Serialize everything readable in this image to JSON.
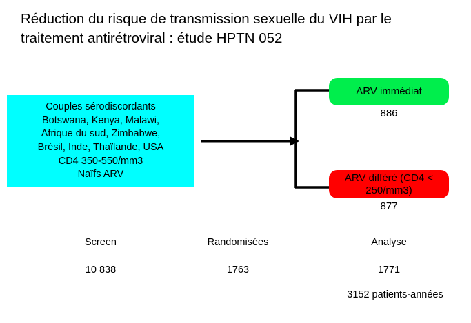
{
  "slide": {
    "title": "Réduction du risque de transmission sexuelle du VIH par le traitement antirétroviral : étude HPTN 052",
    "background_color": "#ffffff"
  },
  "diagram": {
    "population_box": {
      "text": "Couples sérodiscordants\nBotswana, Kenya, Malawi,\nAfrique du sud, Zimbabwe,\nBrésil, Inde, Thaïlande, USA\nCD4 350-550/mm3\nNaïfs ARV",
      "color": "#00FFFF"
    },
    "arms": [
      {
        "label": "ARV immédiat",
        "count": "886",
        "color": "#00EE4C"
      },
      {
        "label": "ARV différé (CD4 < 250/mm3)",
        "count": "877",
        "color": "#FF0000"
      }
    ],
    "connector_color": "#000000"
  },
  "stages": [
    {
      "name": "Screen",
      "value": "10 838"
    },
    {
      "name": "Randomisées",
      "value": "1763"
    },
    {
      "name": "Analyse",
      "value": "1771"
    }
  ],
  "footnote": {
    "text": "3152 patients-années"
  }
}
